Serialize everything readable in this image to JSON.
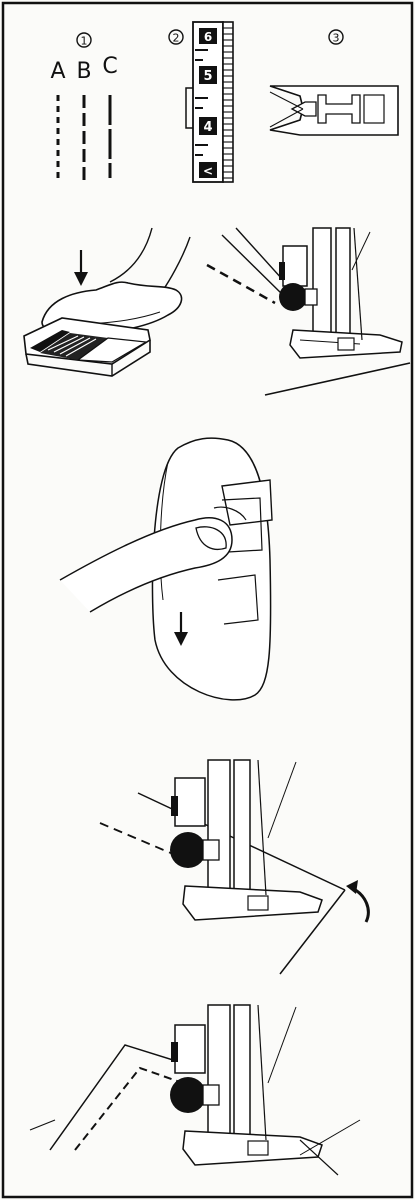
{
  "steps": {
    "circled_1": "1",
    "circled_2": "2",
    "circled_3": "3"
  },
  "stitch_labels": {
    "a": "A",
    "b": "B",
    "c": "C"
  },
  "dial": {
    "number_top": "6",
    "number_mid": "5",
    "number_low": "4",
    "mark_bottom": "<"
  },
  "colors": {
    "ink": "#111111",
    "paper": "#fbfbf9"
  }
}
